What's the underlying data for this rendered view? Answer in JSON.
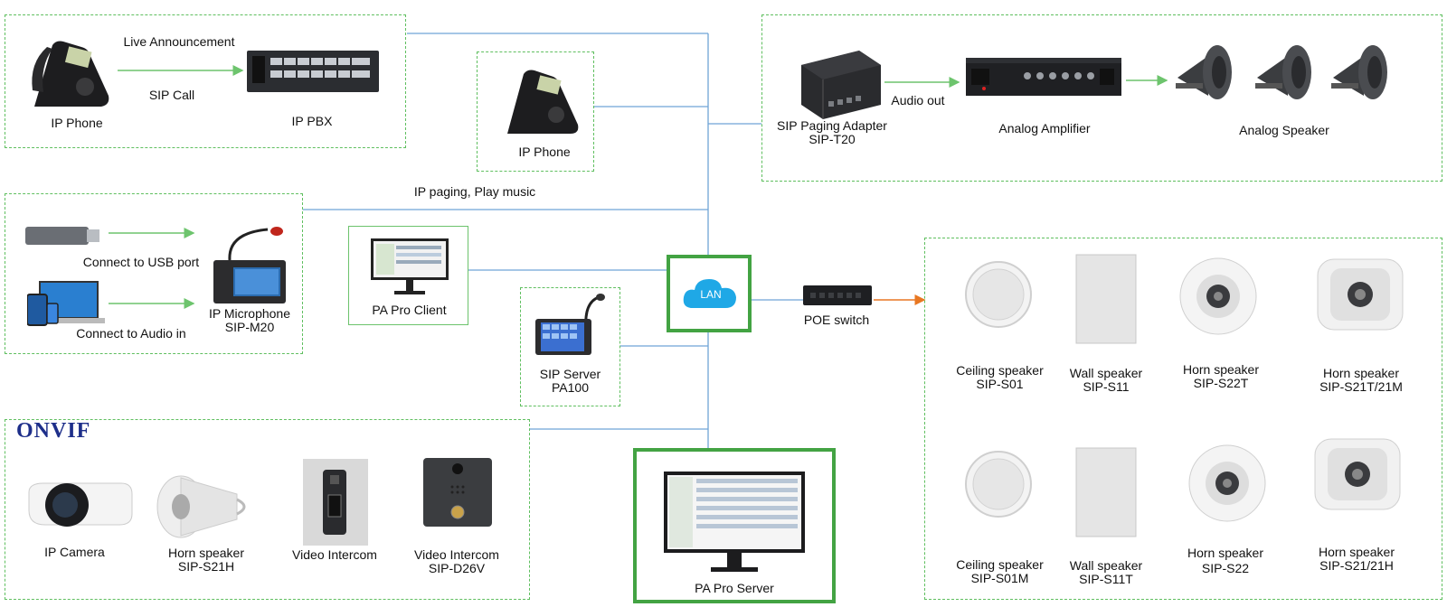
{
  "colors": {
    "line_blue": "#6fa5d6",
    "arrow_green": "#6dc46d",
    "arrow_orange": "#e87722",
    "dash_green": "#5fbf5f",
    "lan_cloud": "#1fa8e6"
  },
  "top_left": {
    "live_announcement": "Live Announcement",
    "sip_call": "SIP Call",
    "ip_phone": "IP Phone",
    "ip_pbx": "IP PBX"
  },
  "ip_phone_mid": {
    "label": "IP Phone"
  },
  "ip_paging": "IP paging, Play music",
  "microphone": {
    "usb": "Connect to USB port",
    "audio_in": "Connect to Audio in",
    "label1": "IP Microphone",
    "label2": "SIP-M20"
  },
  "pa_pro_client": "PA Pro Client",
  "sip_server": {
    "label1": "SIP Server",
    "label2": "PA100"
  },
  "lan": "LAN",
  "poe_switch": "POE switch",
  "paging": {
    "adapter1": "SIP Paging Adapter",
    "adapter2": "SIP-T20",
    "audio_out": "Audio out",
    "amplifier": "Analog Amplifier",
    "speaker": "Analog Speaker"
  },
  "onvif": {
    "logo": "ONVIF",
    "ip_camera": "IP Camera",
    "horn1": "Horn speaker",
    "horn2": "SIP-S21H",
    "video_intercom": "Video Intercom",
    "video_intercom2_1": "Video Intercom",
    "video_intercom2_2": "SIP-D26V"
  },
  "pa_pro_server": "PA Pro Server",
  "speakers": [
    {
      "l1": "Ceiling speaker",
      "l2": "SIP-S01"
    },
    {
      "l1": "Wall speaker",
      "l2": "SIP-S11"
    },
    {
      "l1": "Horn speaker",
      "l2": "SIP-S22T"
    },
    {
      "l1": "Horn speaker",
      "l2": "SIP-S21T/21M"
    },
    {
      "l1": "Ceiling speaker",
      "l2": "SIP-S01M"
    },
    {
      "l1": "Wall speaker",
      "l2": "SIP-S11T"
    },
    {
      "l1": "Horn speaker",
      "l2": "SIP-S22"
    },
    {
      "l1": "Horn speaker",
      "l2": "SIP-S21/21H"
    }
  ]
}
